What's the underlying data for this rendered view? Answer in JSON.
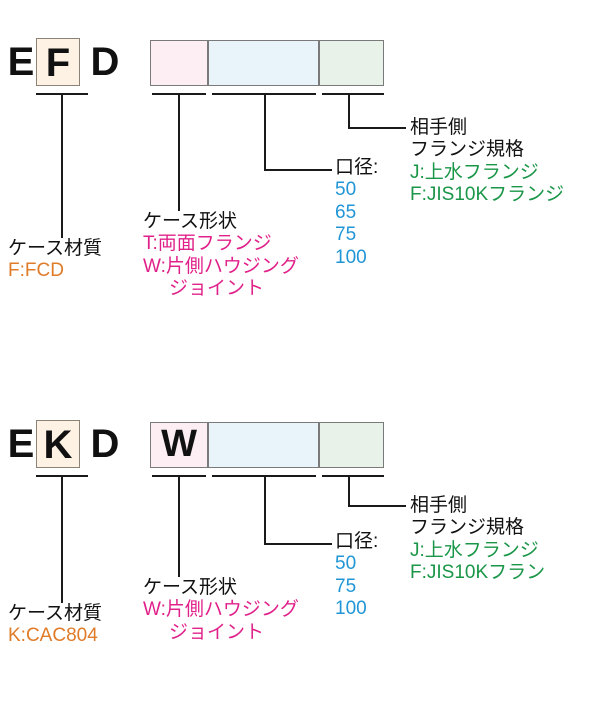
{
  "diagrams": [
    {
      "id": "diagram-1",
      "code_prefix": [
        {
          "char": "E",
          "boxed": false
        },
        {
          "char": "F",
          "boxed": true
        },
        {
          "char": "D",
          "boxed": false
        }
      ],
      "slots": [
        {
          "color_name": "pink",
          "color": "#fceef2",
          "value": ""
        },
        {
          "color_name": "blue",
          "color": "#e8f4fa",
          "value": ""
        },
        {
          "color_name": "green",
          "color": "#e8f2e8",
          "value": ""
        }
      ],
      "callouts": {
        "material": {
          "title": "ケース材質",
          "options": [
            "F:FCD"
          ],
          "color": "#e07b28"
        },
        "case_shape": {
          "title": "ケース形状",
          "options": [
            "T:両面フランジ",
            "W:片側ハウジング",
            "ジョイント"
          ],
          "color": "#e0218a"
        },
        "bore": {
          "title": "口径:",
          "options": [
            "50",
            "65",
            "75",
            "100"
          ],
          "color": "#2196d6"
        },
        "flange": {
          "title_line1": "相手側",
          "title_line2": "フランジ規格",
          "options": [
            "J:上水フランジ",
            "F:JIS10Kフランジ"
          ],
          "color": "#1a9648"
        }
      }
    },
    {
      "id": "diagram-2",
      "code_prefix": [
        {
          "char": "E",
          "boxed": false
        },
        {
          "char": "K",
          "boxed": true
        },
        {
          "char": "D",
          "boxed": false
        }
      ],
      "slots": [
        {
          "color_name": "pink",
          "color": "#fceef2",
          "value": "W"
        },
        {
          "color_name": "blue",
          "color": "#e8f4fa",
          "value": ""
        },
        {
          "color_name": "green",
          "color": "#e8f2e8",
          "value": ""
        }
      ],
      "callouts": {
        "material": {
          "title": "ケース材質",
          "options": [
            "K:CAC804"
          ],
          "color": "#e07b28"
        },
        "case_shape": {
          "title": "ケース形状",
          "options": [
            "W:片側ハウジング",
            "ジョイント"
          ],
          "color": "#e0218a"
        },
        "bore": {
          "title": "口径:",
          "options": [
            "50",
            "75",
            "100"
          ],
          "color": "#2196d6"
        },
        "flange": {
          "title_line1": "相手側",
          "title_line2": "フランジ規格",
          "options": [
            "J:上水フランジ",
            "F:JIS10Kフラン"
          ],
          "color": "#1a9648"
        }
      }
    }
  ]
}
